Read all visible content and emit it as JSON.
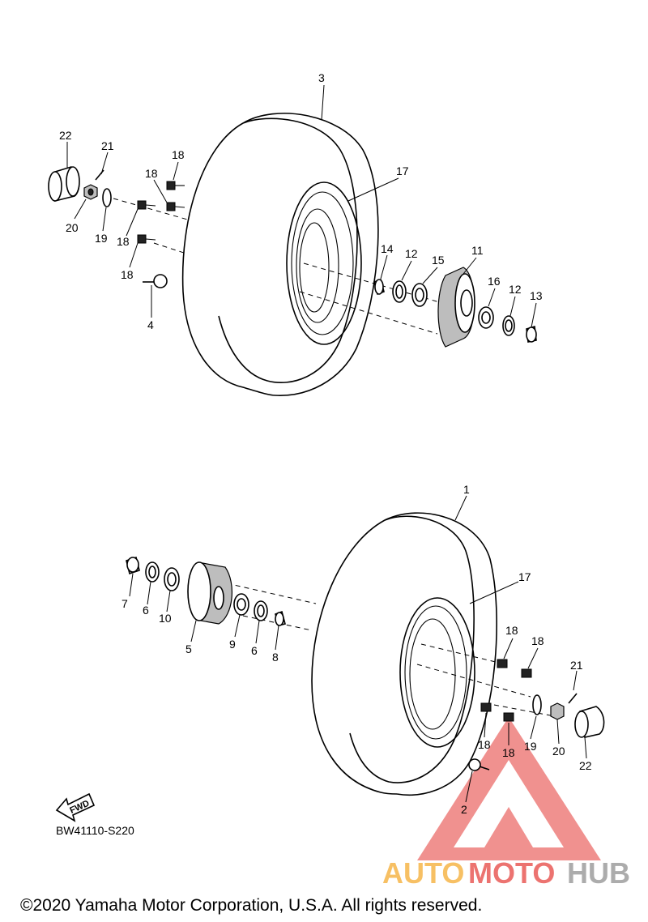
{
  "diagram_code": "BW41110-S220",
  "copyright": "©2020 Yamaha Motor Corporation, U.S.A. All rights reserved.",
  "fwd_label": "FWD",
  "watermark": {
    "part1": "AUTO",
    "part2": "MOTO",
    "part3": "HUB",
    "color_orange": "#f5a623",
    "color_red": "#e53935",
    "color_grey": "#8a8a8a"
  },
  "rear": {
    "tire": "3",
    "wheel": "17",
    "collar_14": "14",
    "seal_12a": "12",
    "bearing_15": "15",
    "hub": "11",
    "bearing_16": "16",
    "seal_12b": "12",
    "collar_13": "13",
    "cap": "22",
    "pin": "21",
    "nut": "20",
    "washer": "19",
    "bolt_18a": "18",
    "bolt_18b": "18",
    "bolt_18c": "18",
    "bolt_18d": "18",
    "valve": "4"
  },
  "front": {
    "tire": "1",
    "wheel": "17",
    "collar_7": "7",
    "seal_6a": "6",
    "bearing_10": "10",
    "hub": "5",
    "bearing_9": "9",
    "seal_6b": "6",
    "collar_8": "8",
    "bolt_18a": "18",
    "bolt_18b": "18",
    "bolt_18c": "18",
    "bolt_18d": "18",
    "pin": "21",
    "washer": "19",
    "nut": "20",
    "cap": "22",
    "valve": "2"
  }
}
